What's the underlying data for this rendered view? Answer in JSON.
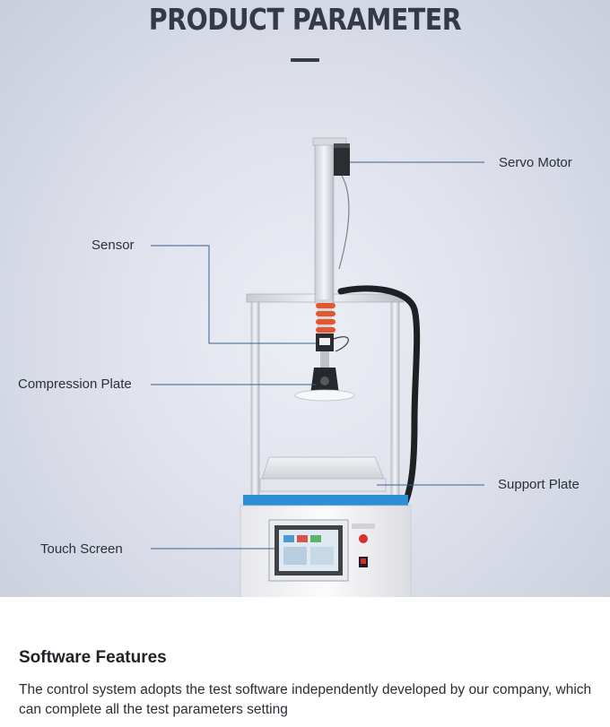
{
  "header": {
    "title": "PRODUCT PARAMETER"
  },
  "callouts": {
    "servo_motor": "Servo Motor",
    "sensor": "Sensor",
    "compression_plate": "Compression Plate",
    "support_plate": "Support Plate",
    "touch_screen": "Touch Screen"
  },
  "features": {
    "title": "Software Features",
    "description": "The control system adopts the test software independently developed by our company, which can complete all the test parameters setting"
  },
  "colors": {
    "accent_blue": "#2b8fd6",
    "title_text": "#333b47",
    "callout_line": "#3a5f93"
  }
}
